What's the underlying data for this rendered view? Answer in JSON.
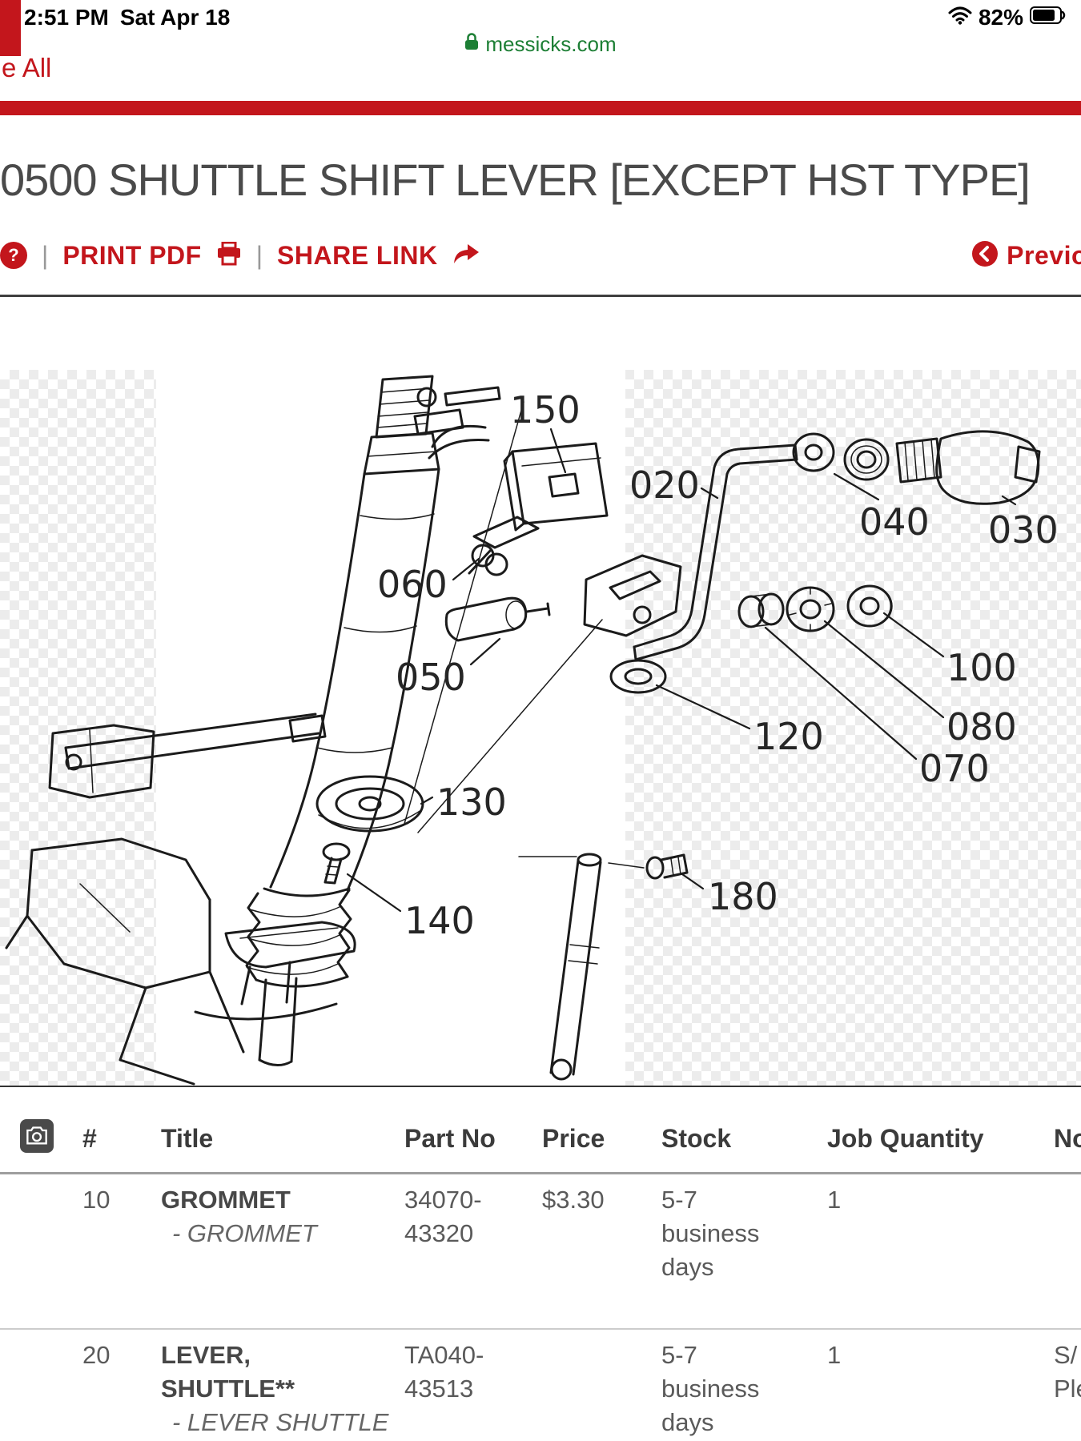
{
  "colors": {
    "brand_red": "#c3161c",
    "url_green": "#1d7f35",
    "title_gray": "#4a4a4a"
  },
  "status_bar": {
    "time": "2:51 PM",
    "date": "Sat Apr 18",
    "battery_percent": "82%"
  },
  "url_bar": {
    "domain": "messicks.com"
  },
  "nav": {
    "partial_link": "e All"
  },
  "page": {
    "title": "0500 SHUTTLE SHIFT LEVER [EXCEPT HST TYPE]"
  },
  "toolbar": {
    "help_glyph": "?",
    "separator": "|",
    "print_label": "PRINT PDF",
    "share_label": "SHARE LINK",
    "previous_label": "Previo"
  },
  "diagram": {
    "callouts": [
      {
        "label": "150"
      },
      {
        "label": "020"
      },
      {
        "label": "040"
      },
      {
        "label": "030"
      },
      {
        "label": "060"
      },
      {
        "label": "050"
      },
      {
        "label": "100"
      },
      {
        "label": "080"
      },
      {
        "label": "120"
      },
      {
        "label": "070"
      },
      {
        "label": "130"
      },
      {
        "label": "140"
      },
      {
        "label": "180"
      }
    ]
  },
  "table": {
    "headers": {
      "num": "#",
      "title": "Title",
      "part_no": "Part No",
      "price": "Price",
      "stock": "Stock",
      "job_quantity": "Job Quantity",
      "notes": "No"
    },
    "rows": [
      {
        "num": "10",
        "title": "GROMMET",
        "subtitle": "- GROMMET",
        "part_no": "34070-43320",
        "price": "$3.30",
        "stock": "5-7 business days",
        "job_quantity": "1",
        "note_line1": "",
        "note_line2": ""
      },
      {
        "num": "20",
        "title": "LEVER, SHUTTLE**",
        "subtitle": "- LEVER SHUTTLE",
        "part_no": "TA040-43513",
        "price": "",
        "stock": "5-7 business days",
        "job_quantity": "1",
        "note_line1": "S/",
        "note_line2": "Ple"
      }
    ]
  }
}
